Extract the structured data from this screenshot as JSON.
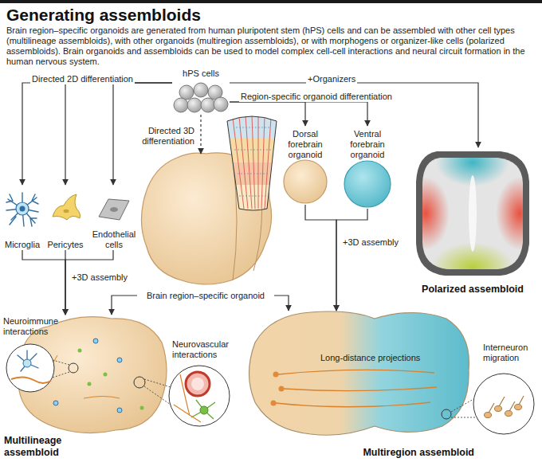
{
  "diagram": {
    "title": "Generating assembloids",
    "caption": "Brain region–specific organoids are generated from human pluripotent stem (hPS) cells and can be assembled with other cell types (multilineage assembloids), with other organoids (multiregion assembloids), or with morphogens or organizer-like cells (polarized assembloids). Brain organoids and assembloids can be used to model complex cell-cell interactions and neural circuit formation in the human nervous system.",
    "nodes": [
      {
        "text": [
          "hPS cells"
        ]
      },
      {
        "text": [
          "Microglia"
        ]
      },
      {
        "text": [
          "Pericytes"
        ]
      },
      {
        "text": [
          "Endothelial cells"
        ]
      },
      {
        "text": [
          "Brain region–specific organoid"
        ]
      },
      {
        "text": [
          "Dorsal forebrain organoid"
        ]
      },
      {
        "text": [
          "Ventral forebrain organoid"
        ]
      },
      {
        "text": [
          "Polarized assembloid"
        ]
      },
      {
        "text": [
          "Multilineage assembloid"
        ]
      },
      {
        "text": [
          "Multiregion assembloid"
        ]
      }
    ],
    "edges": [
      {
        "from": 0,
        "to": 1,
        "arrow": "to",
        "label": "Directed 2D differentiation"
      },
      {
        "from": 0,
        "to": 2,
        "arrow": "to"
      },
      {
        "from": 0,
        "to": 3,
        "arrow": "to"
      },
      {
        "from": 0,
        "to": 4,
        "arrow": "to",
        "label": "Directed 3D differentiation"
      },
      {
        "from": 0,
        "to": 5,
        "arrow": "to",
        "label": "Region-specific organoid differentiation"
      },
      {
        "from": 0,
        "to": 6,
        "arrow": "to"
      },
      {
        "from": 0,
        "to": 7,
        "arrow": "to",
        "label": "+Organizers"
      },
      {
        "from": 1,
        "to": 8,
        "arrow": "to",
        "label": "+3D assembly"
      },
      {
        "from": 2,
        "to": 8,
        "arrow": "to"
      },
      {
        "from": 3,
        "to": 8,
        "arrow": "to"
      },
      {
        "from": 4,
        "to": 8,
        "arrow": "to"
      },
      {
        "from": 4,
        "to": 9,
        "arrow": "to"
      },
      {
        "from": 5,
        "to": 9,
        "arrow": "to",
        "label": "+3D assembly"
      },
      {
        "from": 6,
        "to": 9,
        "arrow": "to"
      }
    ],
    "labels": [
      "Neuroimmune interactions",
      "Neurovascular interactions",
      "Long-distance projections",
      "Interneuron migration"
    ]
  }
}
